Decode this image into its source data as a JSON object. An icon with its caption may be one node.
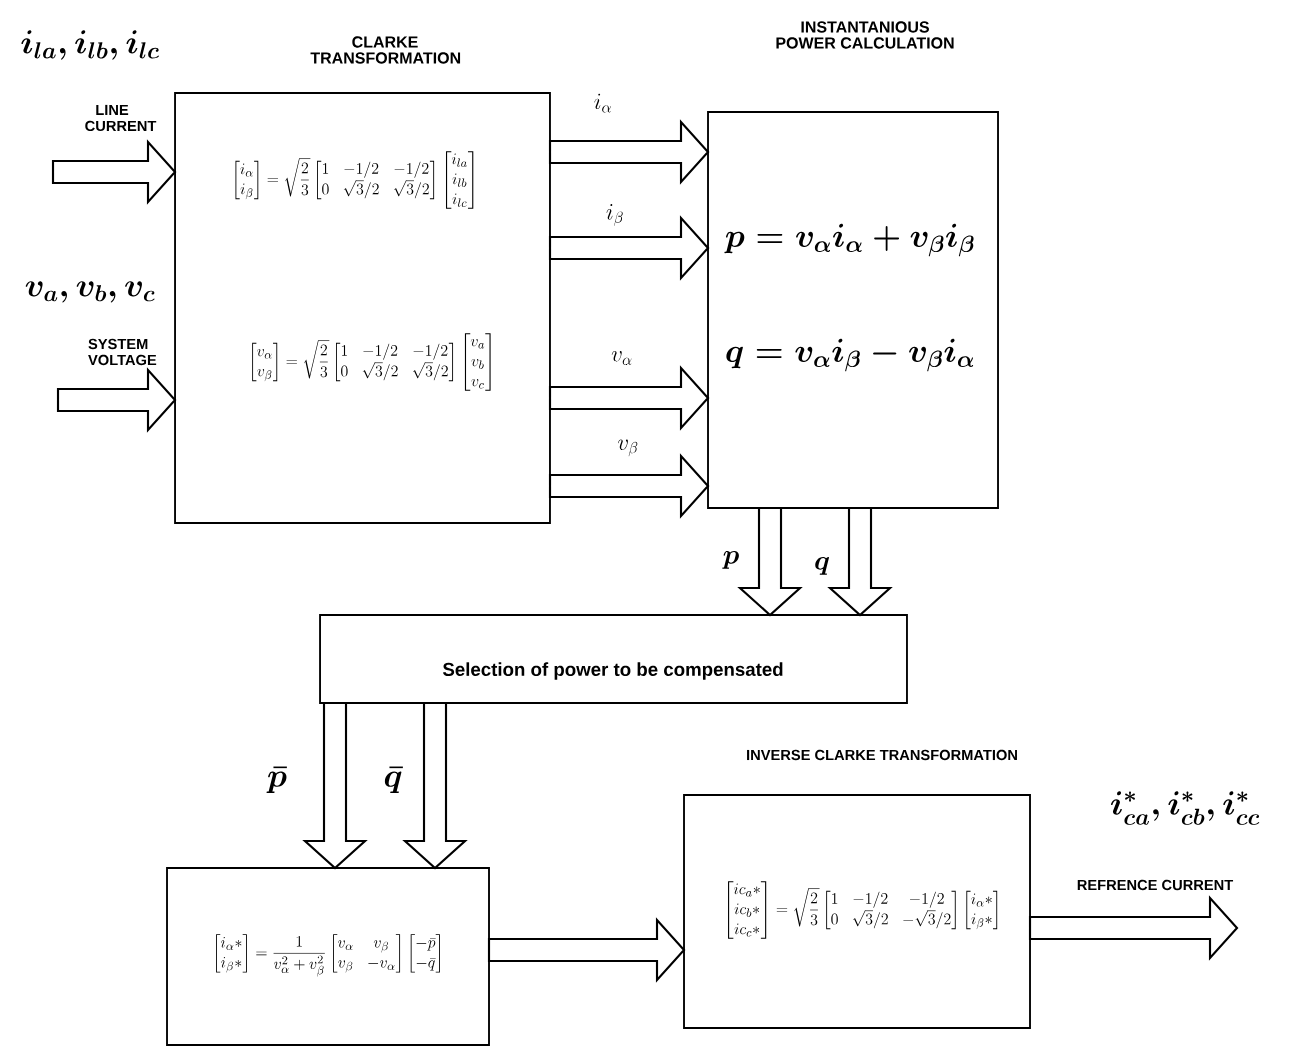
{
  "diagram": {
    "nodes": [
      {
        "text": [
          "CLARKE TRANSFORMATION",
          "\\begin{bmatrix} i_\\alpha \\\\ i_\\beta \\end{bmatrix} = \\sqrt{\\frac{2}{3}} \\begin{bmatrix} 1 & -1/2 & -1/2 \\\\ 0 & \\sqrt{3}/2 & \\sqrt{3}/2 \\end{bmatrix} \\begin{bmatrix} i_{la} \\\\ i_{lb} \\\\ i_{lc} \\end{bmatrix}",
          "\\begin{bmatrix} v_\\alpha \\\\ v_\\beta \\end{bmatrix} = \\sqrt{\\frac{2}{3}} \\begin{bmatrix} 1 & -1/2 & -1/2 \\\\ 0 & \\sqrt{3}/2 & \\sqrt{3}/2 \\end{bmatrix} \\begin{bmatrix} v_a \\\\ v_b \\\\ v_c \\end{bmatrix}"
        ]
      },
      {
        "text": [
          "INSTANTANIOUS POWER CALCULATION",
          "p = v_\\alpha i_\\alpha + v_\\beta i_\\beta",
          "q = v_\\alpha i_\\beta - v_\\beta i_\\alpha"
        ]
      },
      {
        "text": [
          "Selection of power to be compensated"
        ]
      },
      {
        "text": [
          "\\begin{bmatrix} i_\\alpha * \\\\ i_\\beta * \\end{bmatrix} = \\frac{1}{v_\\alpha^2 + v_\\beta^2} \\begin{bmatrix} v_\\alpha & v_\\beta \\\\ v_\\beta & -v_\\alpha \\end{bmatrix} \\begin{bmatrix} -\\bar{p} \\\\ -\\bar{q} \\end{bmatrix}"
        ]
      },
      {
        "text": [
          "INVERSE CLARKE TRANSFORMATION",
          "\\begin{bmatrix} ic_a * \\\\ ic_b * \\\\ ic_c * \\end{bmatrix} = \\sqrt{\\frac{2}{3}} \\begin{bmatrix} 1 & -1/2 & -1/2 \\\\ 0 & \\sqrt{3}/2 & -\\sqrt{3}/2 \\end{bmatrix} \\begin{bmatrix} i_\\alpha * \\\\ i_\\beta * \\end{bmatrix}"
        ]
      }
    ],
    "edges": [
      {
        "from": null,
        "to": 0,
        "arrow": "to",
        "label": "LINE CURRENT"
      },
      {
        "from": null,
        "to": 0,
        "arrow": "to",
        "label": "SYSTEM VOLTAGE"
      },
      {
        "from": 0,
        "to": 1,
        "arrow": "to",
        "label": "i_\\alpha"
      },
      {
        "from": 0,
        "to": 1,
        "arrow": "to",
        "label": "i_\\beta"
      },
      {
        "from": 0,
        "to": 1,
        "arrow": "to",
        "label": "v_\\alpha"
      },
      {
        "from": 0,
        "to": 1,
        "arrow": "to",
        "label": "v_\\beta"
      },
      {
        "from": 1,
        "to": 2,
        "arrow": "to",
        "label": "p"
      },
      {
        "from": 1,
        "to": 2,
        "arrow": "to",
        "label": "q"
      },
      {
        "from": 2,
        "to": 3,
        "arrow": "to",
        "label": "\\bar{p}"
      },
      {
        "from": 2,
        "to": 3,
        "arrow": "to",
        "label": "\\bar{q}"
      },
      {
        "from": 3,
        "to": 4,
        "arrow": "to"
      },
      {
        "from": 4,
        "to": null,
        "arrow": "to",
        "label": "REFRENCE CURRENT"
      }
    ],
    "labels": [
      "i_{la}, i_{lb}, i_{lc}",
      "v_a, v_b, v_c",
      "i^*_{ca}, i^*_{cb}, i^*_{cc}"
    ]
  }
}
